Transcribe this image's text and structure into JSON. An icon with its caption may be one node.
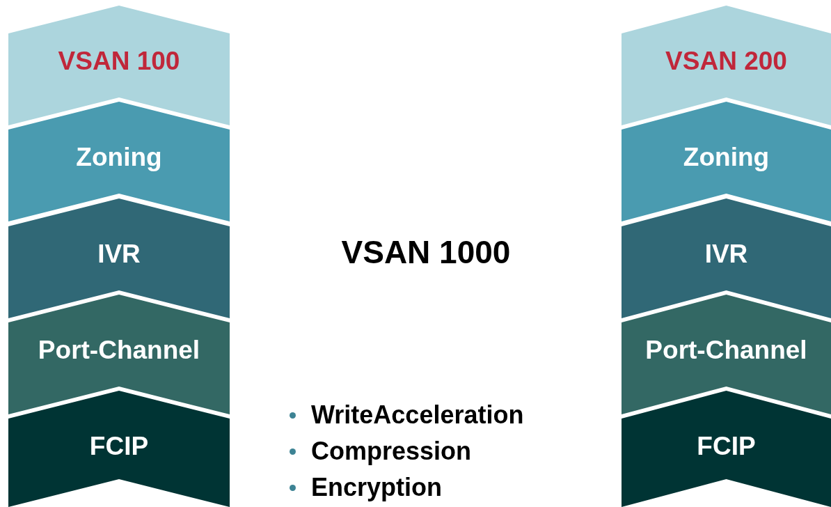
{
  "diagram": {
    "nodes": [
      {
        "text": [
          "VSAN 100"
        ]
      },
      {
        "text": [
          "Zoning"
        ]
      },
      {
        "text": [
          "IVR"
        ]
      },
      {
        "text": [
          "Port-Channel"
        ]
      },
      {
        "text": [
          "FCIP"
        ]
      },
      {
        "text": [
          "VSAN 200"
        ]
      },
      {
        "text": [
          "Zoning"
        ]
      },
      {
        "text": [
          "IVR"
        ]
      },
      {
        "text": [
          "Port-Channel"
        ]
      },
      {
        "text": [
          "FCIP"
        ]
      }
    ],
    "labels": [
      "VSAN 1000",
      "WriteAcceleration",
      "Compression",
      "Encryption"
    ]
  }
}
